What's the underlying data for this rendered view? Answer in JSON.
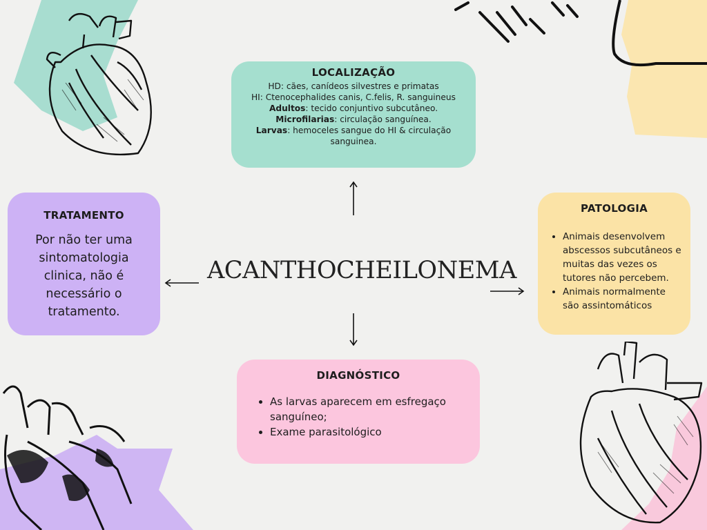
{
  "central_title": "ACANTHOCHEILONEMA",
  "localizacao": {
    "title": "LOCALIZAÇÃO",
    "hd": "HD: cães, canídeos silvestres e primatas",
    "hi": "HI: Ctenocephalides canis, C.felis, R. sanguineus",
    "adultos_label": "Adultos",
    "adultos_text": ": tecido conjuntivo subcutâneo.",
    "micro_label": "Microfilarias",
    "micro_text": ": circulação sanguínea.",
    "larvas_label": "Larvas",
    "larvas_text": ": hemoceles sangue do  HI & circulação sanguinea."
  },
  "tratamento": {
    "title": "TRATAMENTO",
    "text": "Por não ter uma sintomatologia clinica, não é necessário o tratamento."
  },
  "patologia": {
    "title": "PATOLOGIA",
    "items": [
      "Animais desenvolvem abscessos subcutâneos e muitas das vezes os tutores não percebem.",
      "Animais normalmente são assintomáticos"
    ]
  },
  "diagnostico": {
    "title": "DIAGNÓSTICO",
    "items": [
      "As larvas aparecem em esfregaço sanguíneo;",
      "Exame parasitológico"
    ]
  },
  "colors": {
    "background": "#f1f1ef",
    "localizacao": "#a5dfcf",
    "tratamento": "#cdb2f5",
    "patologia": "#fbe3a6",
    "diagnostico": "#fcc6de",
    "mint_decor": "#a8ddd0",
    "yellow_decor": "#fbe6b0",
    "lavender_decor": "#cfb6f3",
    "pink_decor": "#f9c9dc"
  },
  "icons": [
    "heart-sketch-icon",
    "heart-sketch-icon",
    "heart-sketch-icon",
    "arrow-up-icon",
    "arrow-down-icon",
    "arrow-left-icon",
    "arrow-right-icon"
  ]
}
